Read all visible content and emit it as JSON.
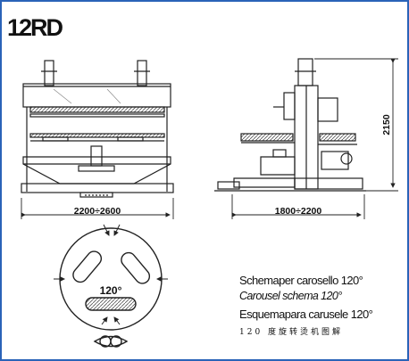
{
  "model": "12RD",
  "dimensions": {
    "front_width": "2200÷2600",
    "side_width": "1800÷2200",
    "height": "2150",
    "carousel_angle": "120°"
  },
  "captions": [
    "Schemaper carosello 120°",
    "Carousel schema 120°",
    "Esquemapara carusele 120°",
    "120 度旋转烫机图解"
  ],
  "colors": {
    "frame": "#2a63b8",
    "line": "#222222",
    "hatch": "#bbbbbb"
  }
}
